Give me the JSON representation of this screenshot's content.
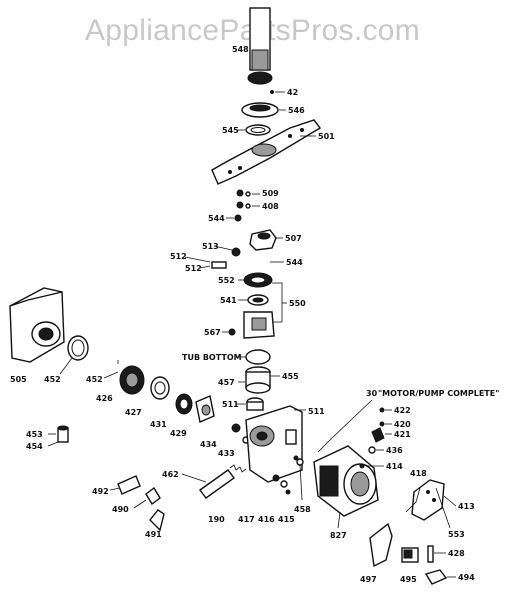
{
  "watermark": "AppliancePartsPros.com",
  "callouts": {
    "tub_bottom": "TUB BOTTOM",
    "motor_pump_complete": "\"MOTOR/PUMP COMPLETE\""
  },
  "part_numbers": {
    "p548": "548",
    "p42": "42",
    "p546": "546",
    "p545": "545",
    "p501": "501",
    "p509": "509",
    "p408": "408",
    "p544a": "544",
    "p507": "507",
    "p513": "513",
    "p512a": "512",
    "p512b": "512",
    "p544b": "544",
    "p552": "552",
    "p541": "541",
    "p550": "550",
    "p567": "567",
    "p505": "505",
    "p452a": "452",
    "p452b": "452",
    "p426": "426",
    "p427": "427",
    "p431": "431",
    "p429": "429",
    "p457": "457",
    "p455": "455",
    "p511a": "511",
    "p511b": "511",
    "p434": "434",
    "p433": "433",
    "p30": "30",
    "p422": "422",
    "p420": "420",
    "p421": "421",
    "p436": "436",
    "p414": "414",
    "p453": "453",
    "p454": "454",
    "p462": "462",
    "p492": "492",
    "p490": "490",
    "p491": "491",
    "p190": "190",
    "p417": "417",
    "p416": "416",
    "p415": "415",
    "p458": "458",
    "p827": "827",
    "p418": "418",
    "p413": "413",
    "p553": "553",
    "p428": "428",
    "p497": "497",
    "p495": "495",
    "p494": "494"
  }
}
